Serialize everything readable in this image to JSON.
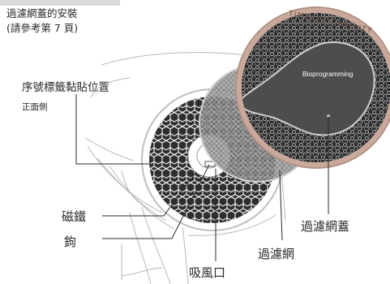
{
  "title": {
    "line1": "過濾網蓋的安裝",
    "line2": "(請參考第 7 頁)"
  },
  "sticker_position": {
    "label": "序號標籤黏貼位置",
    "sublabel": "正面側"
  },
  "parts": {
    "magnet": "磁鐵",
    "hook": "鉤",
    "filter": "過濾網",
    "filter_cover": "過濾網蓋",
    "air_intake": "吸風口"
  },
  "product": {
    "brand_text": "TIMECESS BEAUTY",
    "logo_text": "Bioprogramming"
  },
  "colors": {
    "ring": "#c9a99c",
    "cover": "#333333",
    "leader": "#2a2a2a"
  }
}
